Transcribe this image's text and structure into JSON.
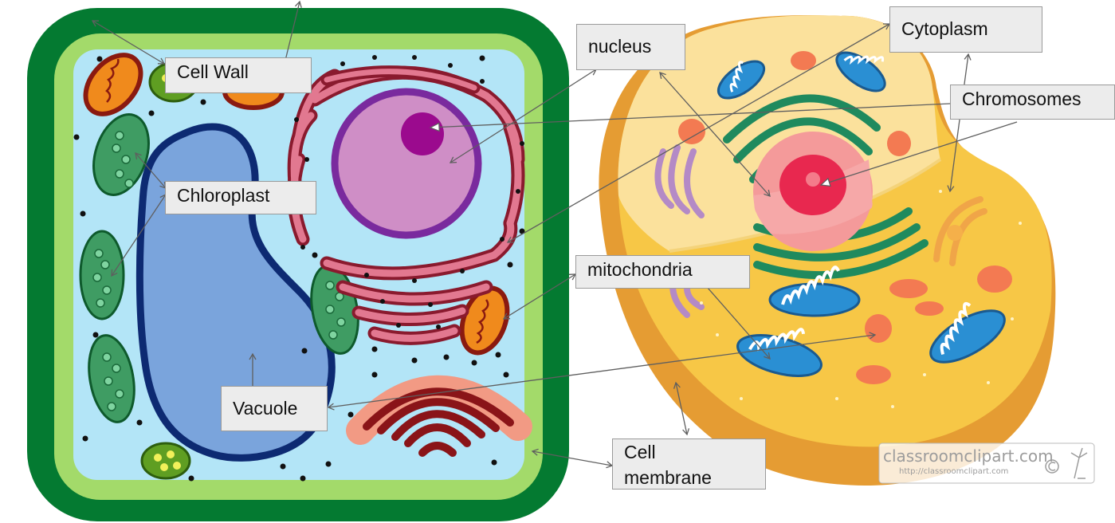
{
  "labels": {
    "cell_wall": "Cell Wall",
    "chloroplast": "Chloroplast",
    "vacuole": "Vacuole",
    "nucleus": "nucleus",
    "mitochondria": "mitochondria",
    "cytoplasm": "Cytoplasm",
    "chromosomes": "Chromosomes",
    "cell_membrane_1": "Cell",
    "cell_membrane_2": "membrane"
  },
  "watermark": {
    "brand": "classroomclipart.com",
    "url": "http://classroomclipart.com"
  },
  "colors": {
    "cell_wall_outer": "#047a31",
    "cell_wall_inner": "#a3da6a",
    "plant_cytoplasm": "#b3e5f7",
    "vacuole": "#7aa4dc",
    "vacuole_border": "#0d2a72",
    "nucleus": "#cf8ec6",
    "nuclear_envelope": "#7a2a9e",
    "nucleolus": "#9b0a8e",
    "er": "#d44d66",
    "golgi": "#8a1418",
    "chloroplast": "#3f9c63",
    "mitochondria": "#f08a1c",
    "animal_cell": "#f7c746",
    "animal_cell_edge": "#e59c33",
    "label_bg": "#ececec",
    "arrow": "#5f5f5f"
  }
}
